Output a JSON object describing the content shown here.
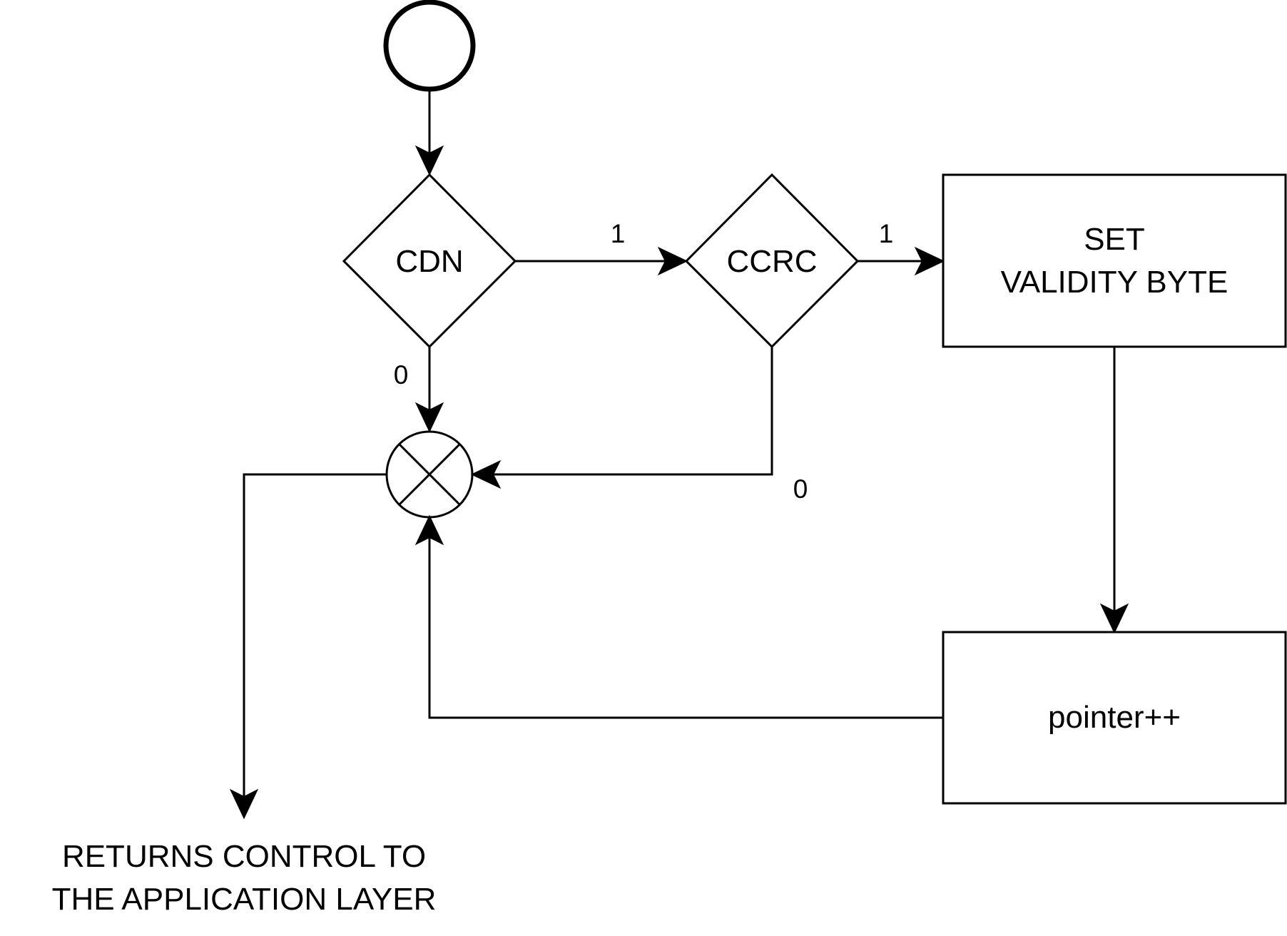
{
  "nodes": {
    "start": {
      "label": ""
    },
    "cdn": {
      "label": "CDN"
    },
    "ccrc": {
      "label": "CCRC"
    },
    "set_validity": {
      "lines": [
        "SET",
        "VALIDITY BYTE"
      ]
    },
    "pointer_inc": {
      "label": "pointer++"
    },
    "junction": {
      "label": ""
    }
  },
  "edges": {
    "cdn_true": {
      "label": "1"
    },
    "cdn_false": {
      "label": "0"
    },
    "ccrc_true": {
      "label": "1"
    },
    "ccrc_false": {
      "label": "0"
    }
  },
  "exit": {
    "lines": [
      "RETURNS CONTROL TO",
      "THE APPLICATION LAYER"
    ]
  }
}
